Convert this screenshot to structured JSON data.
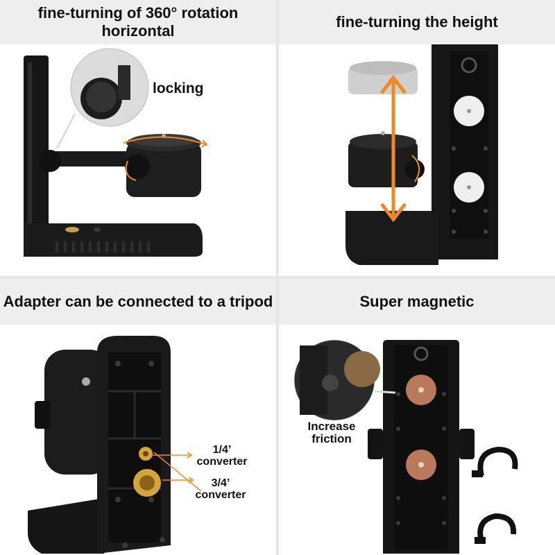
{
  "panels": {
    "rotation": {
      "title": "fine-turning of 360° rotation horizontal",
      "callout": "locking"
    },
    "height": {
      "title": "fine-turning the height"
    },
    "tripod": {
      "title": "Adapter can be connected to a tripod",
      "callout_quarter_inch": "1/4’ converter",
      "callout_three_quarter_inch": "3/4’ converter"
    },
    "magnetic": {
      "title": "Super magnetic",
      "callout": "Increase friction"
    }
  },
  "colors": {
    "accent_orange": "#f08a1c",
    "body_black": "#141414",
    "header_gray": "#eeeeee",
    "brass": "#d4a53a"
  }
}
